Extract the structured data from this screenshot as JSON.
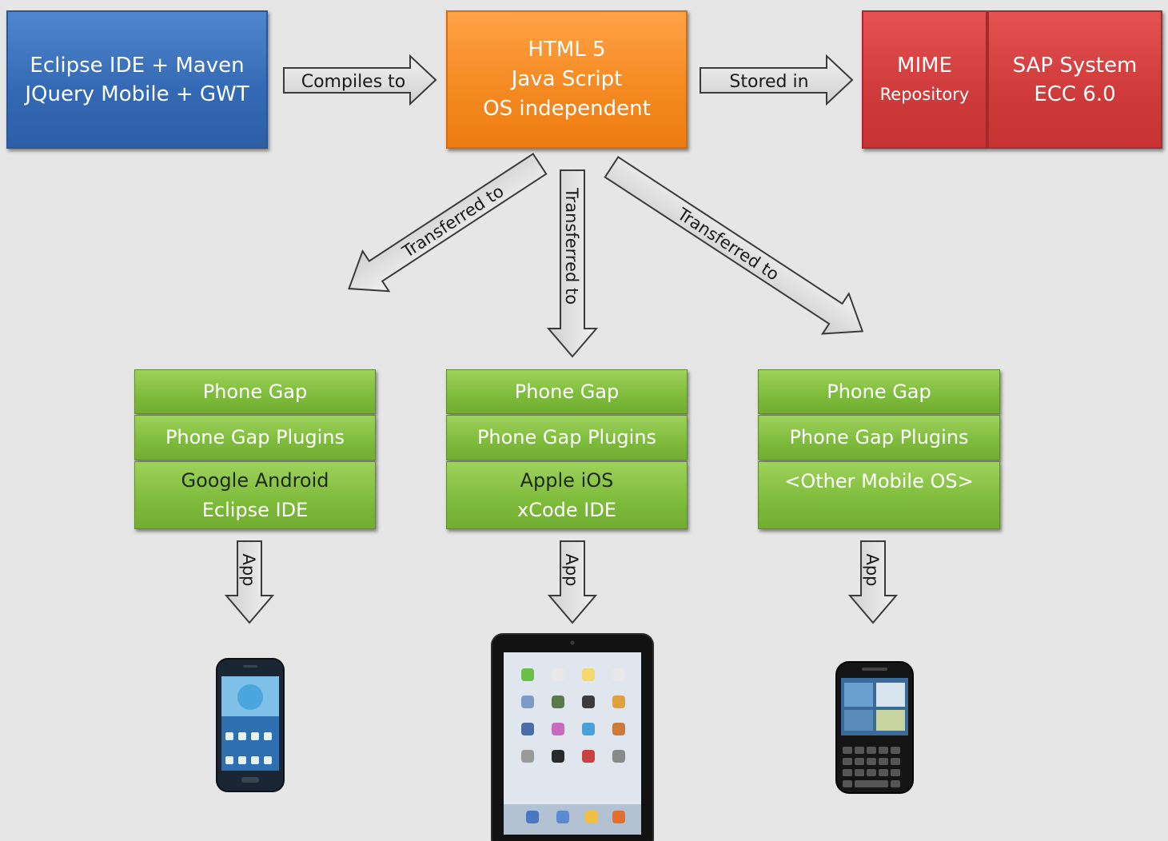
{
  "source": {
    "line1": "Eclipse IDE + Maven",
    "line2": "JQuery Mobile + GWT"
  },
  "html5": {
    "line1": "HTML 5",
    "line2": "Java Script",
    "line3": "OS independent"
  },
  "mime": {
    "line1": "MIME",
    "line2": "Repository"
  },
  "sap": {
    "line1": "SAP System",
    "line2": "ECC 6.0"
  },
  "arrows": {
    "compiles": "Compiles to",
    "stored": "Stored in",
    "transfer_left": "Transferred to",
    "transfer_mid": "Transferred to",
    "transfer_right": "Transferred to",
    "app_left": "App",
    "app_mid": "App",
    "app_right": "App"
  },
  "stacks": [
    {
      "layer1": "Phone Gap",
      "layer2": "Phone Gap Plugins",
      "layer3_line1": "Google Android",
      "layer3_line2": "Eclipse IDE"
    },
    {
      "layer1": "Phone Gap",
      "layer2": "Phone Gap Plugins",
      "layer3_line1": "Apple iOS",
      "layer3_line2": "xCode IDE"
    },
    {
      "layer1": "Phone Gap",
      "layer2": "Phone Gap Plugins",
      "layer3_line1": "<Other Mobile OS>",
      "layer3_line2": ""
    }
  ],
  "devices": {
    "android": "android-phone",
    "ios": "ipad-tablet",
    "other": "blackberry-phone"
  },
  "colors": {
    "blue": "#3369b4",
    "orange": "#f58a22",
    "red": "#cf3a3a",
    "green": "#7dbb3a",
    "arrow": "#dcdcdc"
  }
}
